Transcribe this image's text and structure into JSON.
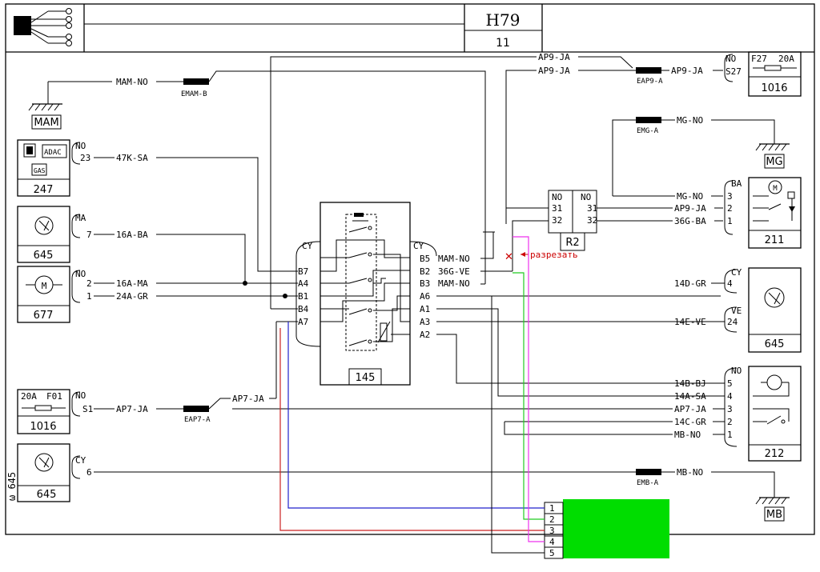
{
  "title": {
    "code": "H79",
    "sheet": "11"
  },
  "colors": {
    "blue": "#2222cc",
    "red": "#cc2222",
    "green": "#00dd00",
    "magenta": "#ee33ee",
    "lime": "#22cc22"
  },
  "components": {
    "c247": "247",
    "c645a": "645",
    "c677": "677",
    "c1016a": "1016",
    "c645b": "645",
    "c145": "145",
    "cR2": "R2",
    "c1016b": "1016",
    "c211": "211",
    "c645c": "645",
    "c212": "212",
    "adac": "ADAC",
    "gas": "GAS"
  },
  "grounds": {
    "mam": "MAM",
    "mg": "MG",
    "mb": "MB"
  },
  "connectors": {
    "emamb": "EMAM-B",
    "eap9a": "EAP9-A",
    "emga": "EMG-A",
    "eap7a": "EAP7-A",
    "emba": "EMB-A"
  },
  "fuses": {
    "f27": {
      "name": "F27",
      "rating": "20A",
      "pin_top": "NO",
      "pin": "S27"
    },
    "f01": {
      "name": "F01",
      "rating": "20A",
      "pin_top": "NO",
      "pin": "S1"
    }
  },
  "wires": {
    "mam_no": "MAM-NO",
    "ap9_ja": "AP9-JA",
    "ap9_ja2": "AP9-JA",
    "ap9_ja3": "AP9-JA",
    "mg_no": "MG-NO",
    "mg_no2": "MG-NO",
    "k47_sa": "47K-SA",
    "a16_ba": "16A-BA",
    "a16_ma": "16A-MA",
    "a24_gr": "24A-GR",
    "ap7_ja": "AP7-JA",
    "ap7_ja2": "AP7-JA",
    "ap7_ja3": "AP7-JA",
    "g36_ba": "36G-BA",
    "d14_gr": "14D-GR",
    "e14_ve": "14E-VE",
    "b14_bj": "14B-BJ",
    "a14_sa": "14A-SA",
    "c14_gr": "14C-GR",
    "mb_no": "MB-NO",
    "mb_no2": "MB-NO"
  },
  "pins_145_left": {
    "cy": "CY",
    "b7": "B7",
    "a4": "A4",
    "b1": "B1",
    "b4": "B4",
    "a7": "A7"
  },
  "pins_145_right": {
    "cy": "CY",
    "b5": "B5",
    "b2": "B2",
    "b3": "B3",
    "a6": "A6",
    "a1": "A1",
    "a3": "A3",
    "a2": "A2"
  },
  "wires_145_right": {
    "b5": "MAM-NO",
    "b2": "36G-VE",
    "b3": "MAM-NO"
  },
  "r2": {
    "no1": "NO",
    "no2": "NO",
    "p31a": "31",
    "p32a": "32",
    "p31b": "31",
    "p32b": "32"
  },
  "pins_247": {
    "no": "NO",
    "p23": "23"
  },
  "pins_645a": {
    "ma": "MA",
    "p7": "7"
  },
  "pins_677": {
    "no": "NO",
    "p2": "2",
    "p1": "1"
  },
  "pins_645b": {
    "cy": "CY",
    "p6": "6"
  },
  "pins_211": {
    "ba": "BA",
    "p3": "3",
    "p2": "2",
    "p1": "1"
  },
  "pins_645c": {
    "cy": "CY",
    "p4": "4",
    "ve": "VE",
    "p24": "24"
  },
  "pins_212": {
    "no": "NO",
    "p5": "5",
    "p4": "4",
    "p3": "3",
    "p2": "2",
    "p1": "1"
  },
  "module_pins": [
    "1",
    "2",
    "3",
    "4",
    "5"
  ],
  "annotation": {
    "cut": "разрезать",
    "cut_mark": "✕"
  },
  "side_label": "ω 645"
}
